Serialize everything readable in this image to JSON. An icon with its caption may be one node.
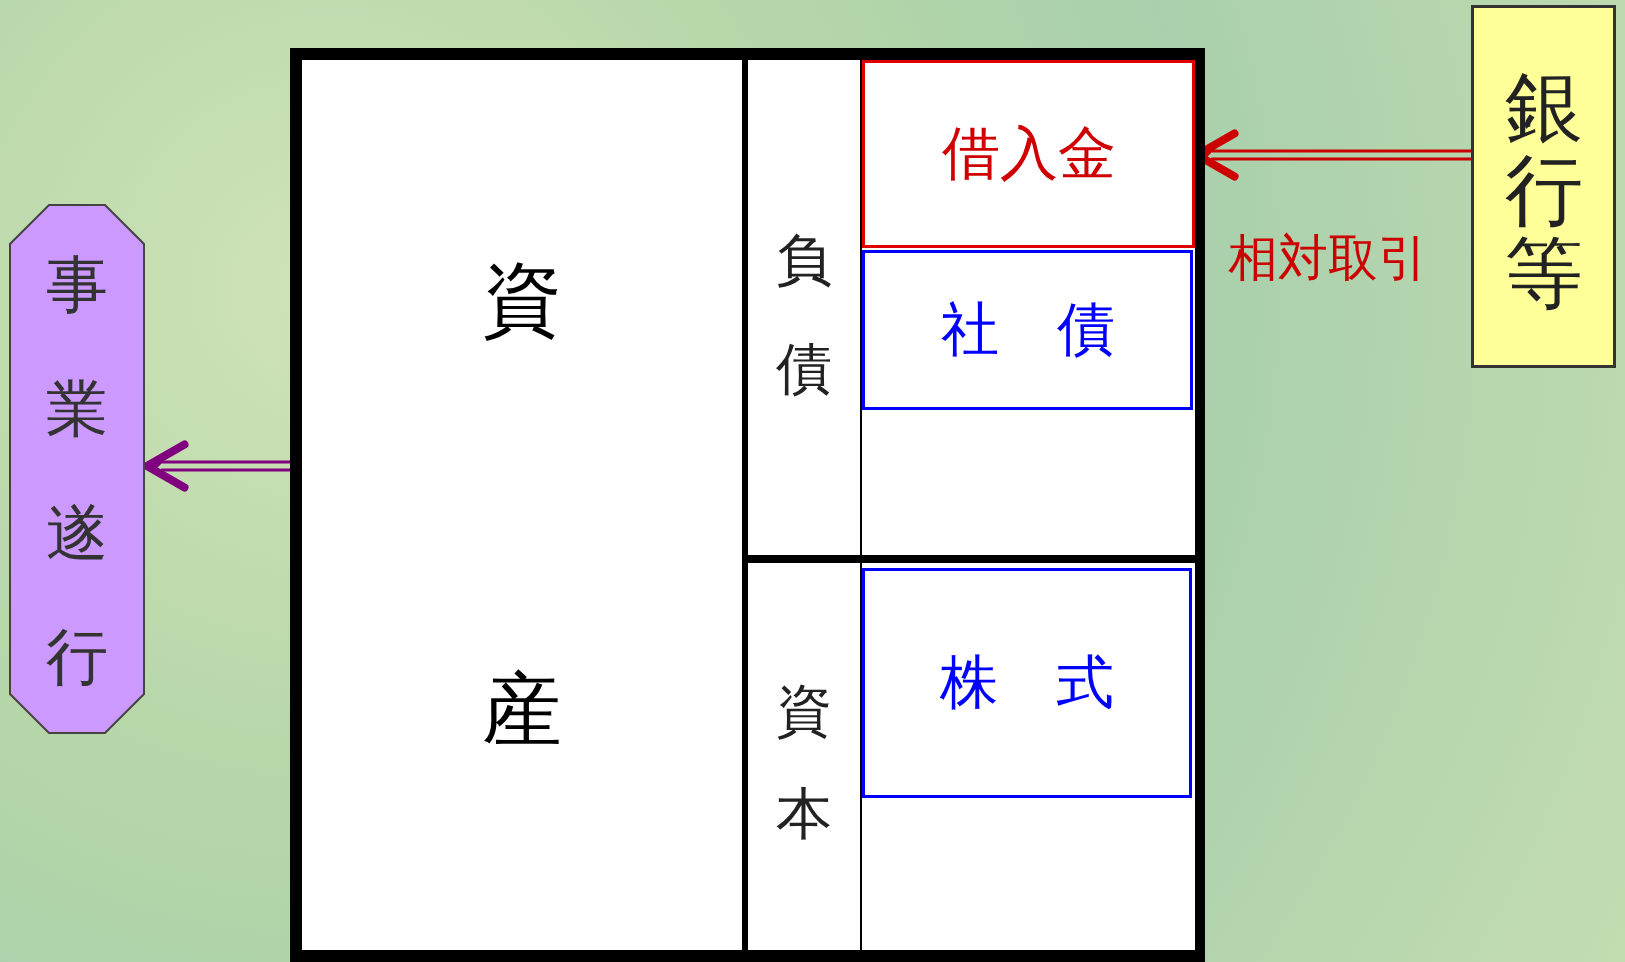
{
  "diagram": {
    "nodes": [
      {
        "text": [
          "事業遂行"
        ]
      },
      {
        "text": [],
        "shape": "box"
      },
      {
        "text": [
          "資産"
        ],
        "in": 1
      },
      {
        "text": [
          "負債"
        ],
        "in": 1
      },
      {
        "text": [
          "借入金"
        ],
        "in": 3
      },
      {
        "text": [
          "社　債"
        ],
        "in": 3
      },
      {
        "text": [
          "資本"
        ],
        "in": 1
      },
      {
        "text": [
          "株　式"
        ],
        "in": 6
      },
      {
        "text": [
          "銀行等"
        ]
      }
    ],
    "edges": [
      {
        "from": 8,
        "to": 4,
        "arrow": "to",
        "label": "相対取引",
        "color": "#cc0000"
      },
      {
        "from": 1,
        "to": 0,
        "arrow": "to",
        "color": "#800080"
      }
    ]
  }
}
